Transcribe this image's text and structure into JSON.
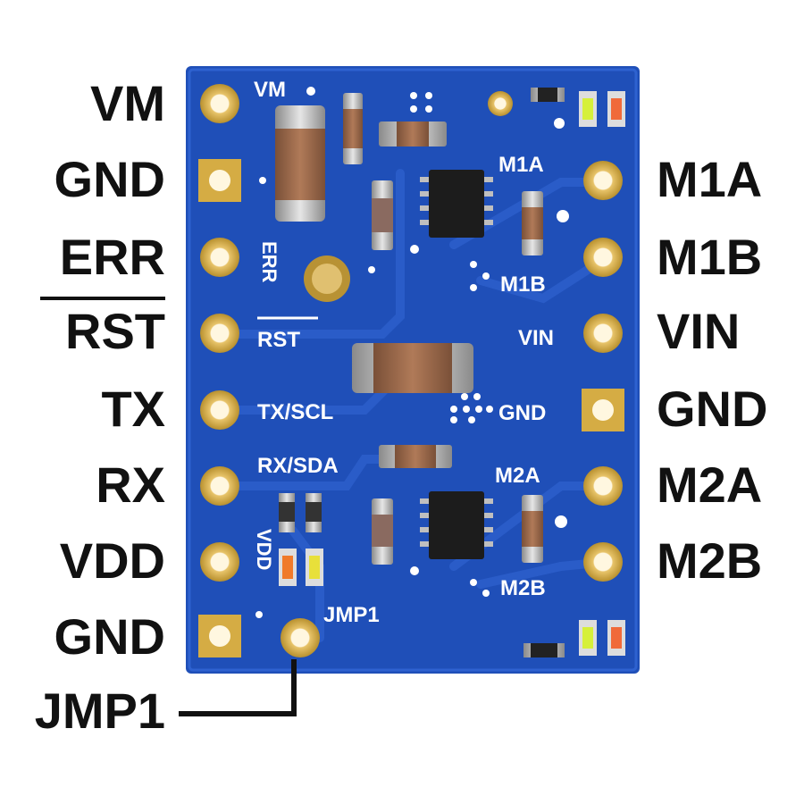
{
  "left_labels": [
    {
      "id": "vm",
      "text": "VM"
    },
    {
      "id": "gnd-top",
      "text": "GND"
    },
    {
      "id": "err",
      "text": "ERR"
    },
    {
      "id": "rst",
      "text": "RST"
    },
    {
      "id": "tx",
      "text": "TX"
    },
    {
      "id": "rx",
      "text": "RX"
    },
    {
      "id": "vdd",
      "text": "VDD"
    },
    {
      "id": "gnd-bottom",
      "text": "GND"
    },
    {
      "id": "jmp1",
      "text": "JMP1"
    }
  ],
  "right_labels": [
    {
      "id": "m1a",
      "text": "M1A"
    },
    {
      "id": "m1b",
      "text": "M1B"
    },
    {
      "id": "vin",
      "text": "VIN"
    },
    {
      "id": "gnd",
      "text": "GND"
    },
    {
      "id": "m2a",
      "text": "M2A"
    },
    {
      "id": "m2b",
      "text": "M2B"
    }
  ],
  "silkscreen": {
    "vm": "VM",
    "err": "ERR",
    "rst": "RST",
    "tx_scl": "TX/SCL",
    "rx_sda": "RX/SDA",
    "vdd": "VDD",
    "jmp1": "JMP1",
    "m1a": "M1A",
    "m1b": "M1B",
    "vin": "VIN",
    "gnd": "GND",
    "m2a": "M2A",
    "m2b": "M2B"
  },
  "colors": {
    "board": "#1f4fb8",
    "board_dark": "#17409a",
    "pad_gold": "#d9b24a",
    "label": "#111111"
  }
}
